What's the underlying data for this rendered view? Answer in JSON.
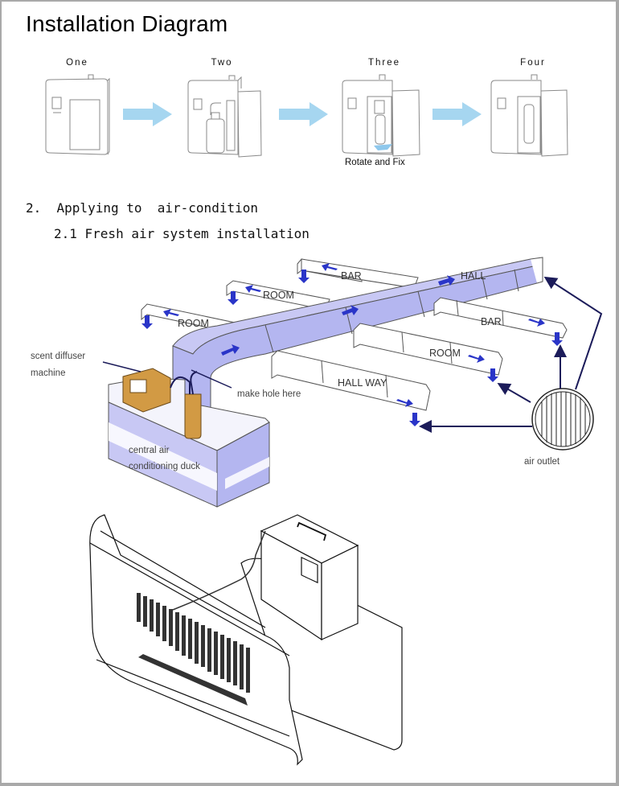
{
  "page": {
    "title": "Installation Diagram"
  },
  "steps": [
    {
      "label": "One",
      "caption": ""
    },
    {
      "label": "Two",
      "caption": ""
    },
    {
      "label": "Three",
      "caption": "Rotate and Fix"
    },
    {
      "label": "Four",
      "caption": ""
    }
  ],
  "section": {
    "heading": "2.  Applying to  air-condition",
    "subheading": "2.1 Fresh air system installation"
  },
  "duct_diagram": {
    "rooms": [
      {
        "name": "ROOM",
        "position": "left-front"
      },
      {
        "name": "ROOM",
        "position": "left-middle"
      },
      {
        "name": "BAR",
        "position": "left-back"
      },
      {
        "name": "HALL",
        "position": "main-end"
      },
      {
        "name": "BAR",
        "position": "right-back"
      },
      {
        "name": "ROOM",
        "position": "right-middle"
      },
      {
        "name": "HALL WAY",
        "position": "right-front"
      }
    ],
    "labels": {
      "machine": [
        "scent diffuser",
        "machine"
      ],
      "hole": "make hole here",
      "duct": [
        "central  air",
        "conditioning duck"
      ],
      "outlet": "air outlet"
    },
    "colors": {
      "duct_fill": "#c8c8f4",
      "duct_shadow": "#aeb0ec",
      "flow_arrow": "#2a35c8",
      "machine_fill": "#d29a44",
      "outlet_line": "#1c1c5a",
      "step_arrow": "#a6d6f0"
    }
  }
}
